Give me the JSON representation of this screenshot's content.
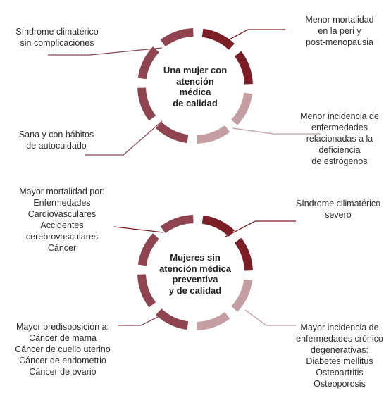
{
  "colors": {
    "dark": "#7b1e26",
    "medium": "#8f4450",
    "light": "#c59ea3",
    "text": "#2b2b2b"
  },
  "top": {
    "center_lines": [
      "Una mujer con",
      "atención",
      "médica",
      "de calidad"
    ],
    "left_top": [
      "Síndrome climatérico",
      "sin complicaciones"
    ],
    "left_bottom": [
      "Sana y  con hábitos",
      "de autocuidado"
    ],
    "right_top": [
      "Menor mortalidad",
      "en la peri y",
      "post-menopausia"
    ],
    "right_bottom": [
      "Menor incidencia de",
      "enfermedades",
      "relacionadas a la",
      "deficiencia",
      "de estrógenos"
    ]
  },
  "bottom": {
    "center_lines": [
      "Mujeres sin",
      "atención médica",
      "preventiva",
      "y de calidad"
    ],
    "left_top": [
      "Mayor mortalidad por:",
      "Enfermedades",
      "Cardiovasculares",
      "Accidentes",
      "cerebrovasculares",
      "Cáncer"
    ],
    "left_bottom": [
      "Mayor predisposición a:",
      "Cáncer de mama",
      "Cáncer de cuello uterino",
      "Cáncer de endometrio",
      "Cáncer de ovario"
    ],
    "right_top": [
      "Síndrome cilimatérico",
      "severo"
    ],
    "right_bottom": [
      "Mayor incidencia de",
      "enfermedades crónico",
      "degenerativas:",
      "Diabetes mellitus",
      "Osteoartritis",
      "Osteoporosis"
    ]
  }
}
